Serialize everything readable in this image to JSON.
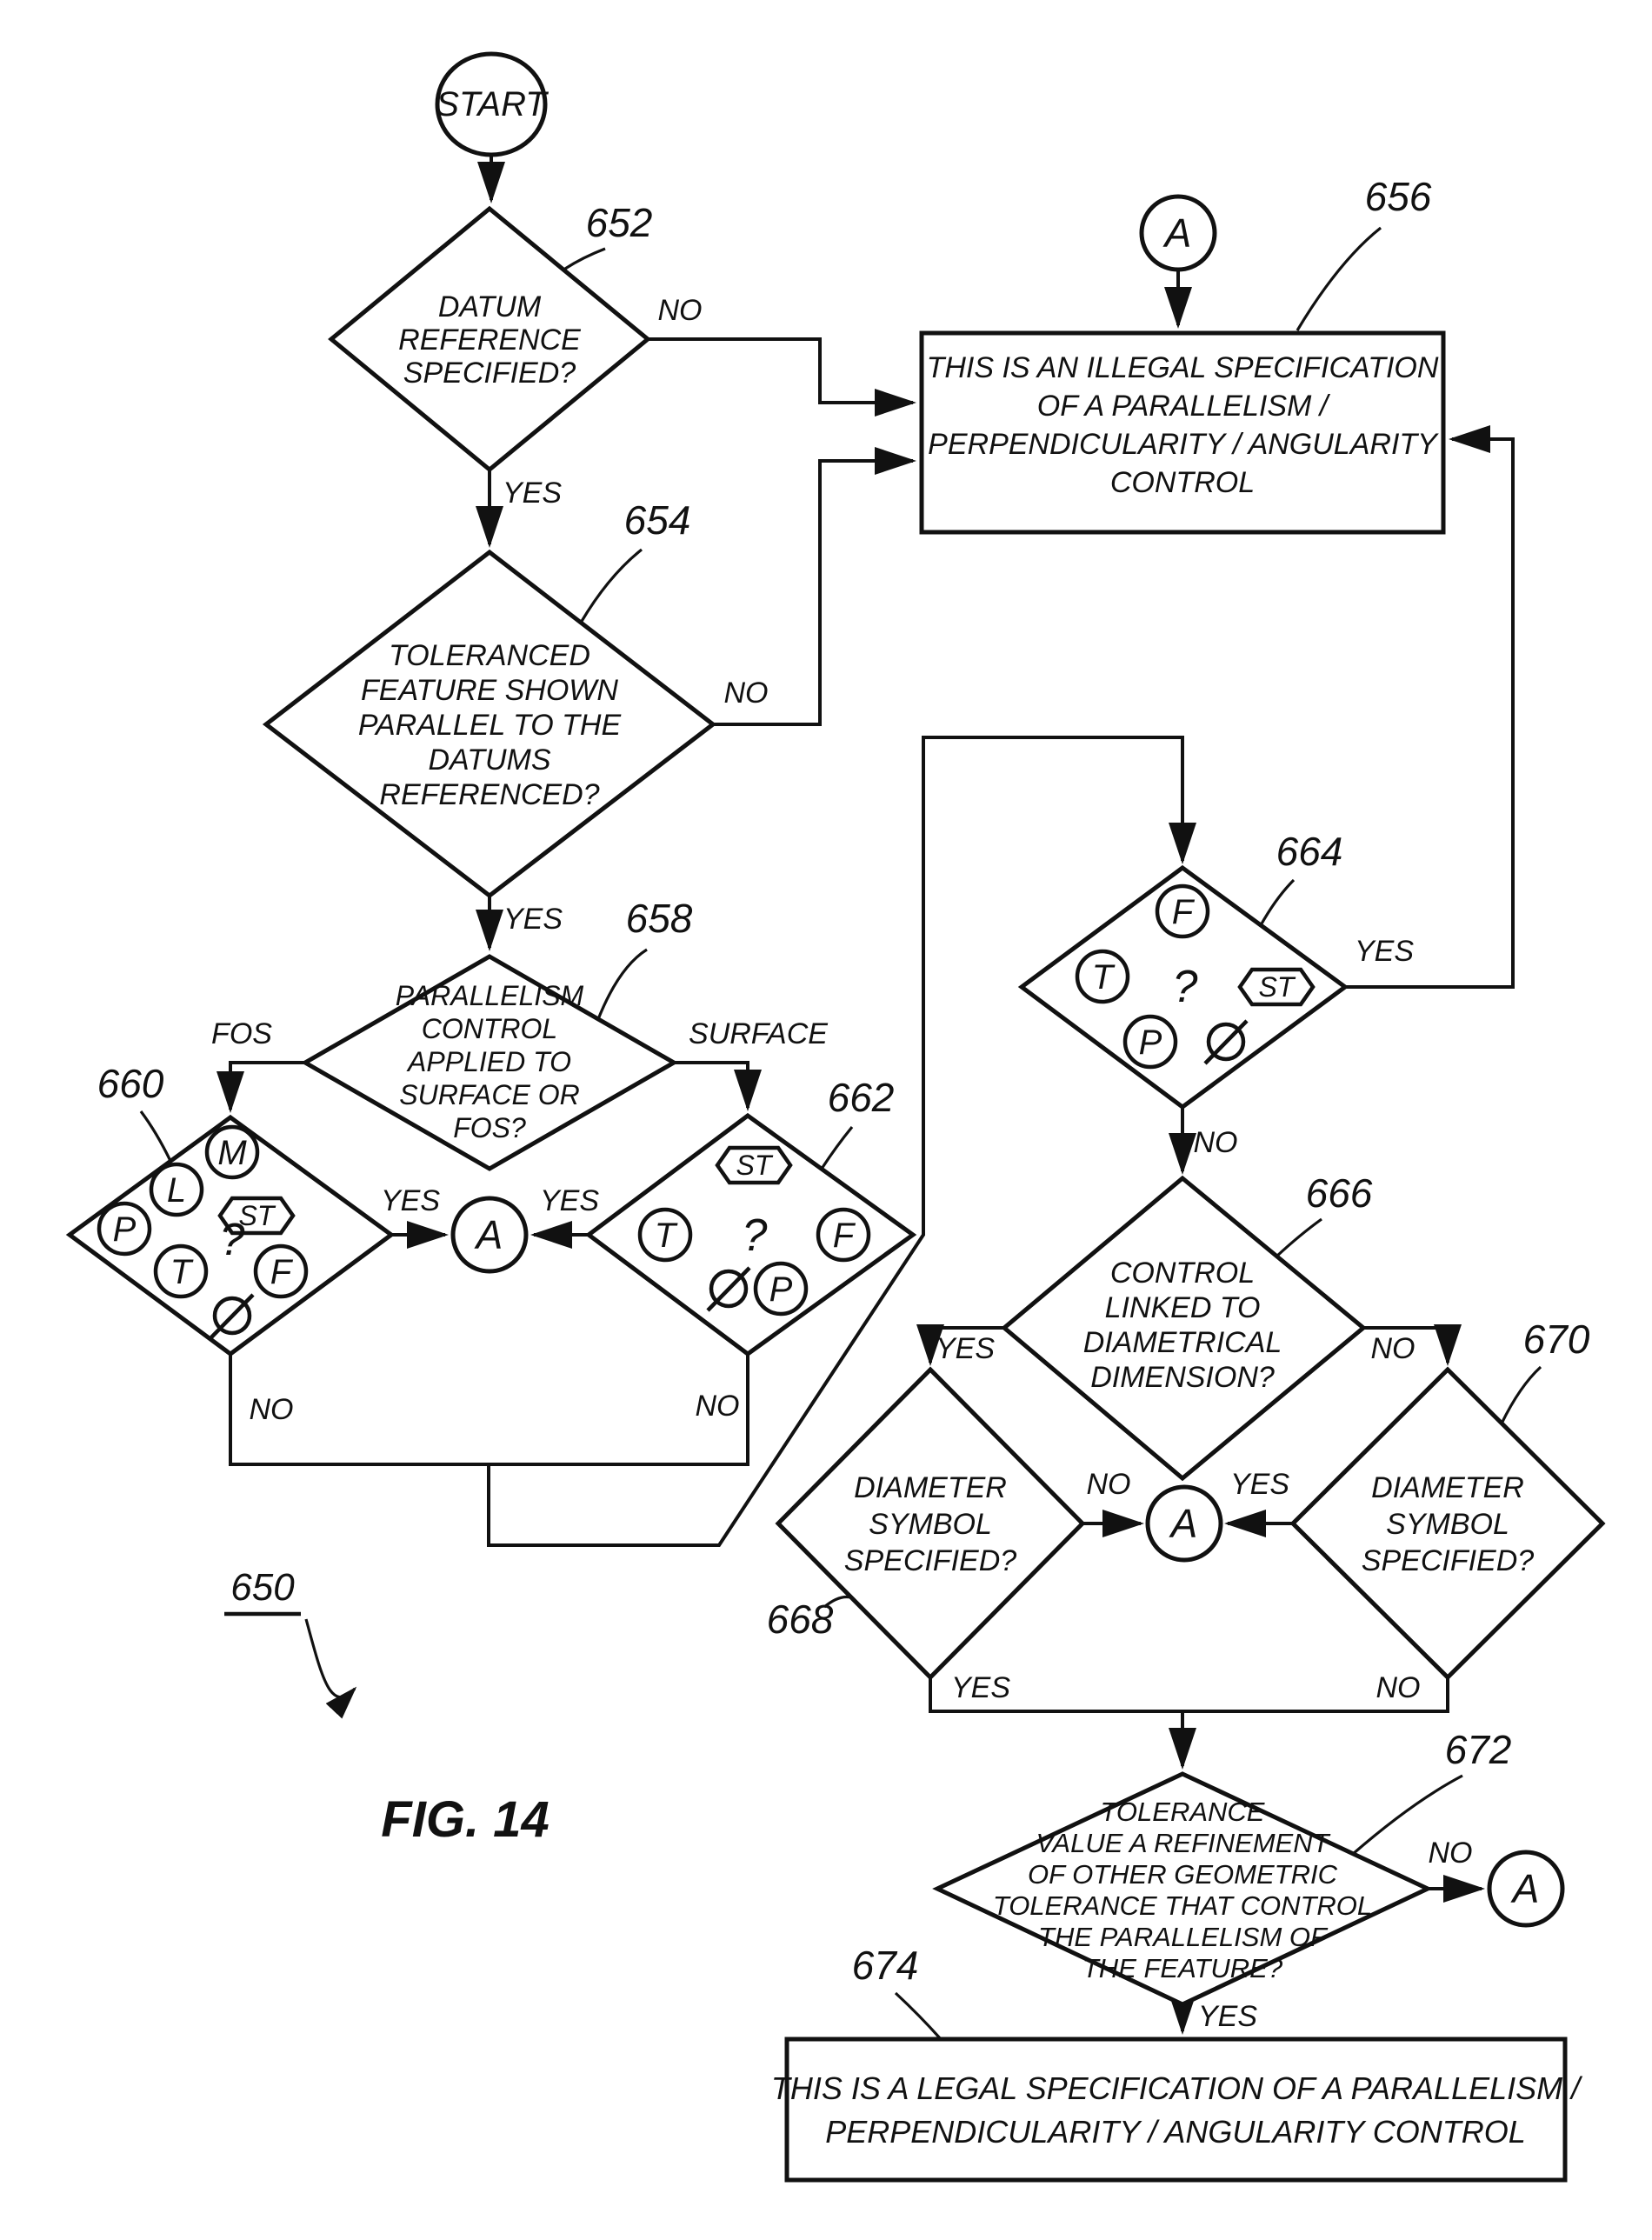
{
  "figure": {
    "title": "FIG. 14",
    "diagram_ref": "650"
  },
  "terminals": {
    "start": "START",
    "connector": "A"
  },
  "answers": {
    "yes": "YES",
    "no": "NO",
    "fos": "FOS",
    "surface": "SURFACE"
  },
  "symbols": {
    "m": "M",
    "l": "L",
    "p": "P",
    "t": "T",
    "f": "F",
    "st": "ST",
    "question": "?",
    "diameter": "Ø"
  },
  "nodes": {
    "d652": {
      "ref": "652",
      "lines": [
        "DATUM",
        "REFERENCE",
        "SPECIFIED?"
      ]
    },
    "b656": {
      "ref": "656",
      "lines": [
        "THIS IS AN ILLEGAL SPECIFICATION",
        "OF A PARALLELISM /",
        "PERPENDICULARITY / ANGULARITY",
        "CONTROL"
      ]
    },
    "d654": {
      "ref": "654",
      "lines": [
        "TOLERANCED",
        "FEATURE SHOWN",
        "PARALLEL TO THE",
        "DATUMS",
        "REFERENCED?"
      ]
    },
    "d658": {
      "ref": "658",
      "lines": [
        "PARALLELISM",
        "CONTROL",
        "APPLIED TO",
        "SURFACE OR",
        "FOS?"
      ]
    },
    "d660": {
      "ref": "660"
    },
    "d662": {
      "ref": "662"
    },
    "d664": {
      "ref": "664"
    },
    "d666": {
      "ref": "666",
      "lines": [
        "CONTROL",
        "LINKED TO",
        "DIAMETRICAL",
        "DIMENSION?"
      ]
    },
    "d668": {
      "ref": "668",
      "lines": [
        "DIAMETER",
        "SYMBOL",
        "SPECIFIED?"
      ]
    },
    "d670": {
      "ref": "670",
      "lines": [
        "DIAMETER",
        "SYMBOL",
        "SPECIFIED?"
      ]
    },
    "d672": {
      "ref": "672",
      "lines": [
        "TOLERANCE",
        "VALUE A REFINEMENT",
        "OF OTHER GEOMETRIC",
        "TOLERANCE THAT CONTROL",
        "THE PARALLELISM OF",
        "THE FEATURE?"
      ]
    },
    "b674": {
      "ref": "674",
      "lines": [
        "THIS IS A LEGAL SPECIFICATION OF A PARALLELISM /",
        "PERPENDICULARITY / ANGULARITY CONTROL"
      ]
    }
  }
}
